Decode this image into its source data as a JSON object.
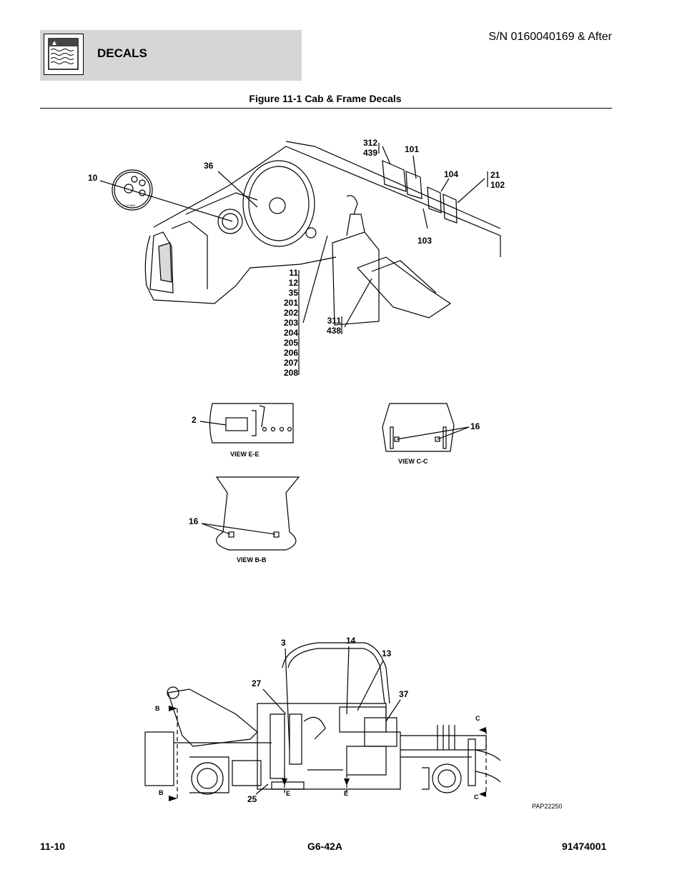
{
  "header": {
    "section": "DECALS",
    "serial": "S/N 0160040169 & After",
    "icon": "decal-manual-icon"
  },
  "figure": {
    "title": "Figure 11-1 Cab & Frame Decals"
  },
  "callouts": {
    "c10": "10",
    "c36": "36",
    "c312_439": [
      "312",
      "439"
    ],
    "c101": "101",
    "c104": "104",
    "c21_102": [
      "21",
      "102"
    ],
    "c103": "103",
    "c_stack": [
      "11",
      "12",
      "35",
      "201",
      "202",
      "203",
      "204",
      "205",
      "206",
      "207",
      "208"
    ],
    "c311_438": [
      "311",
      "438"
    ],
    "c2": "2",
    "c16a": "16",
    "c16b": "16",
    "c3": "3",
    "c14": "14",
    "c13": "13",
    "c27": "27",
    "c37": "37",
    "c25": "25",
    "sec_b": "B",
    "sec_c": "C",
    "sec_e": "E",
    "ignition_text": "91412881"
  },
  "views": {
    "ee": "VIEW E-E",
    "cc": "VIEW C-C",
    "bb": "VIEW B-B"
  },
  "art_id": "PAP22250",
  "footer": {
    "left": "11-10",
    "center": "G6-42A",
    "right": "91474001"
  }
}
